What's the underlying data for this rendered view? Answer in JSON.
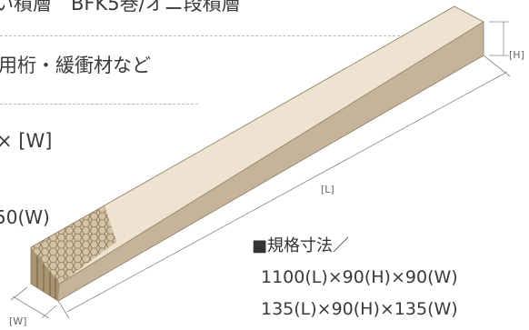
{
  "header_texts": {
    "line1": "い積層　BFK5巻/オニ段積層",
    "line2": "用桁・緩衝材など",
    "line3": "× [W]",
    "line4": "50(W)"
  },
  "dimension_labels": {
    "length": "[L]",
    "height": "[H]",
    "width": "[W]"
  },
  "spec": {
    "heading": "■規格寸法／",
    "line1": "1100(L)×90(H)×90(W)",
    "line2": "135(L)×90(H)×135(W)"
  },
  "colors": {
    "beam_top": "#ede3d0",
    "beam_side": "#c5b49a",
    "beam_front": "#a99371",
    "honeycomb_face": "#d4c3a4",
    "text": "#3a3a3a",
    "dim_line": "#888888"
  }
}
